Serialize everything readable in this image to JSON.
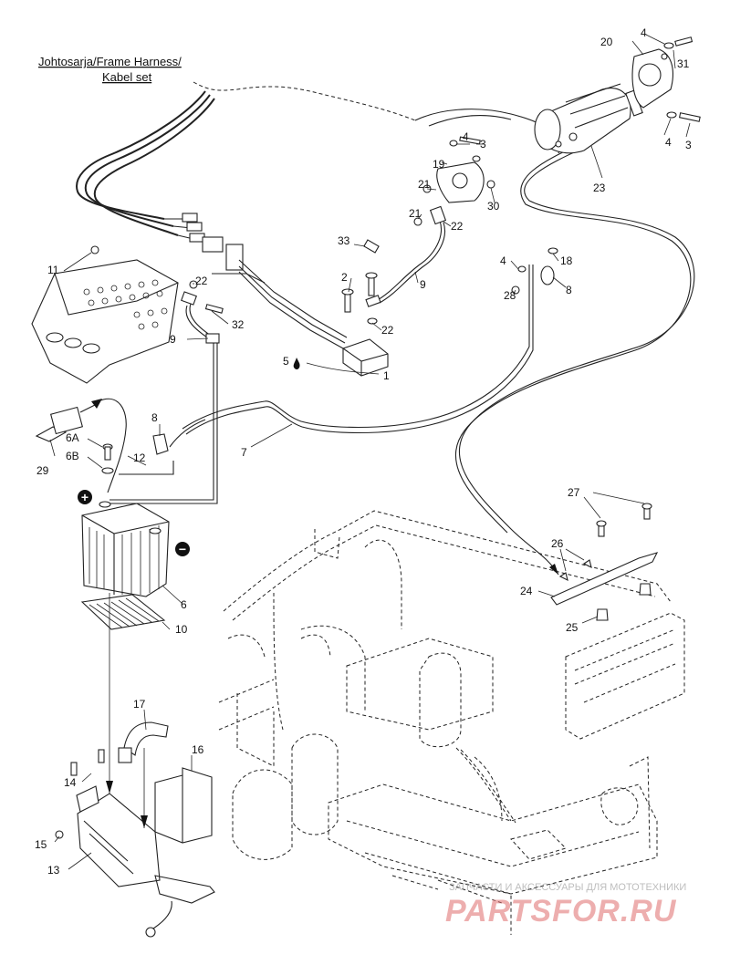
{
  "title_lines": [
    "Johtosarja/Frame Harness/",
    "Kabel set"
  ],
  "callouts": {
    "c1": "1",
    "c2": "2",
    "c3a": "3",
    "c3b": "3",
    "c4a": "4",
    "c4b": "4",
    "c4c": "4",
    "c4d": "4",
    "c5": "5",
    "c6": "6",
    "c6A": "6A",
    "c6B": "6B",
    "c7": "7",
    "c8a": "8",
    "c8b": "8",
    "c9a": "9",
    "c9b": "9",
    "c10": "10",
    "c11": "11",
    "c12": "12",
    "c13": "13",
    "c14": "14",
    "c15": "15",
    "c16": "16",
    "c17": "17",
    "c18": "18",
    "c19": "19",
    "c20": "20",
    "c21a": "21",
    "c21b": "21",
    "c22a": "22",
    "c22b": "22",
    "c22c": "22",
    "c23": "23",
    "c24": "24",
    "c25": "25",
    "c26": "26",
    "c27": "27",
    "c28": "28",
    "c29": "29",
    "c30": "30",
    "c31": "31",
    "c32": "32",
    "c33": "33"
  },
  "symbols": {
    "plus": "+",
    "minus": "−"
  },
  "watermark": {
    "top": "ЗАПЧАСТИ И АКСЕССУАРЫ ДЛЯ МОТОТЕХНИКИ",
    "logo": "PARTSFOR.RU"
  }
}
